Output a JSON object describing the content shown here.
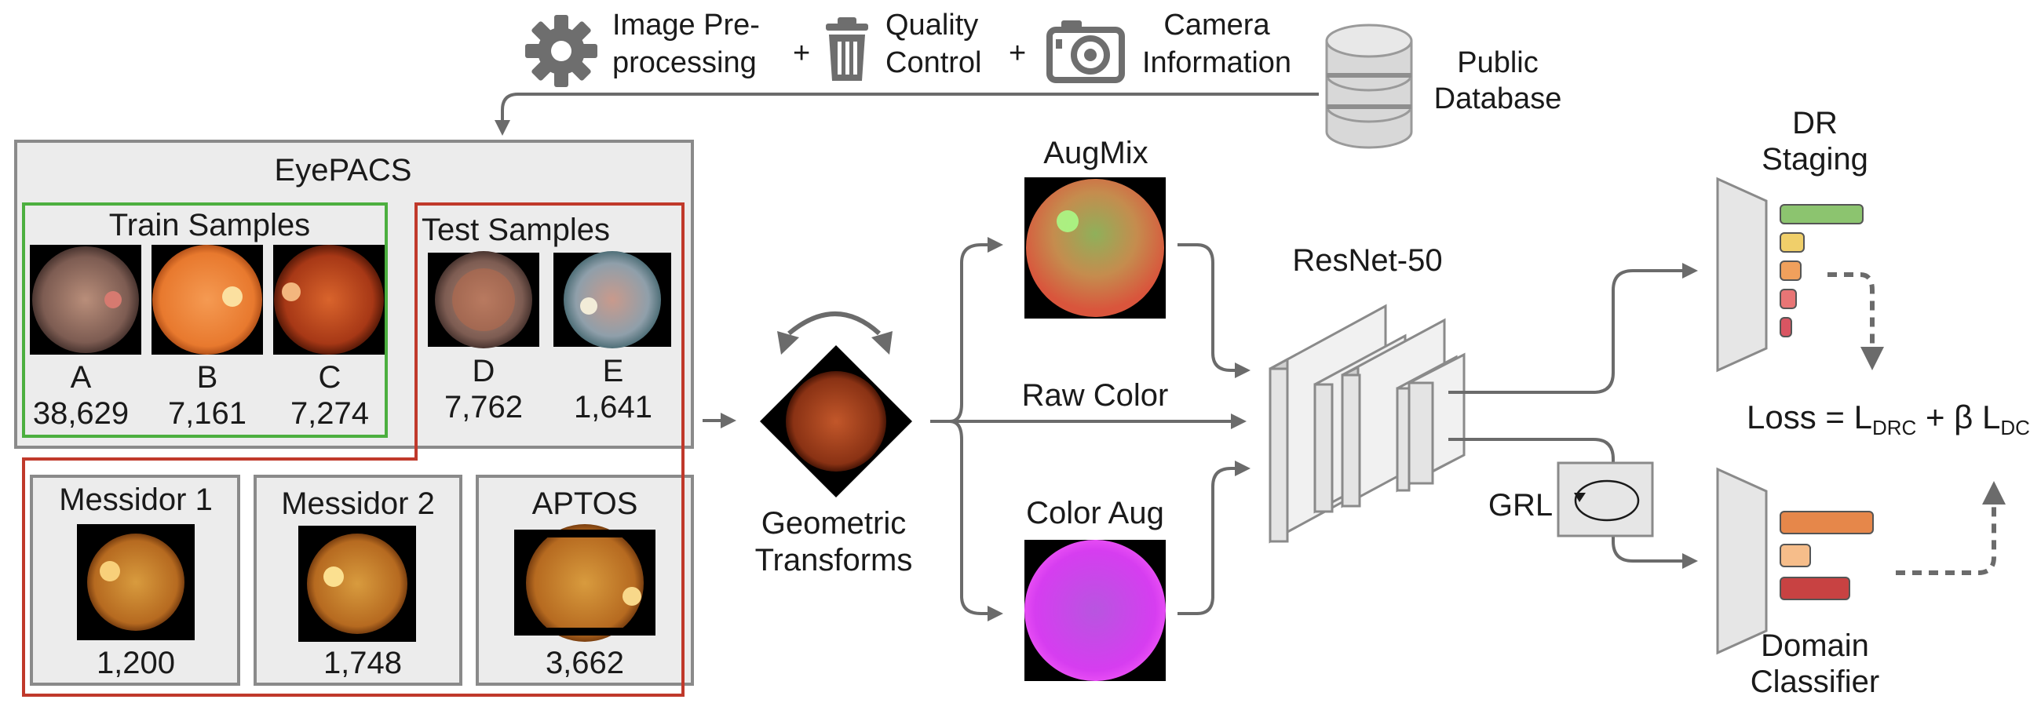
{
  "top_bar": {
    "preprocessing": [
      "Image Pre-",
      "processing"
    ],
    "quality": [
      "Quality",
      "Control"
    ],
    "camera": [
      "Camera",
      "Information"
    ],
    "plus": "+",
    "database": [
      "Public",
      "Database"
    ]
  },
  "eyepacs": {
    "title": "EyePACS",
    "train_title": "Train Samples",
    "test_title": "Test Samples",
    "train_samples": [
      {
        "label": "A",
        "count": "38,629"
      },
      {
        "label": "B",
        "count": "7,161"
      },
      {
        "label": "C",
        "count": "7,274"
      }
    ],
    "test_samples": [
      {
        "label": "D",
        "count": "7,762"
      },
      {
        "label": "E",
        "count": "1,641"
      }
    ]
  },
  "external_datasets": [
    {
      "name": "Messidor 1",
      "count": "1,200"
    },
    {
      "name": "Messidor 2",
      "count": "1,748"
    },
    {
      "name": "APTOS",
      "count": "3,662"
    }
  ],
  "augmentation": {
    "geometric": [
      "Geometric",
      "Transforms"
    ],
    "augmix": "AugMix",
    "raw_color": "Raw Color",
    "color_aug": "Color Aug"
  },
  "model": {
    "backbone": "ResNet-50",
    "grl": "GRL",
    "dr_staging": [
      "DR",
      "Staging"
    ],
    "domain_classifier": [
      "Domain",
      "Classifier"
    ],
    "loss": {
      "prefix": "Loss = L",
      "sub1": "DRC",
      "mid": " + β L",
      "sub2": "DC"
    }
  },
  "colors": {
    "train_border": "#4caf3f",
    "test_border": "#c0392b",
    "panel_fill": "#ececec",
    "panel_border": "#8a8a8a",
    "arrow": "#6b6b6b",
    "color_aug_fundus": "#d63df0",
    "dr_bars": [
      "#8cc46f",
      "#f0cf6a",
      "#f0a05c",
      "#e87575",
      "#d95562"
    ],
    "domain_bars": [
      "#e6874a",
      "#f6bd8a",
      "#c84242"
    ]
  },
  "icons": [
    "gear-icon",
    "trash-icon",
    "camera-icon",
    "database-icon",
    "rotate-arrows-icon",
    "grl-loop-icon"
  ]
}
